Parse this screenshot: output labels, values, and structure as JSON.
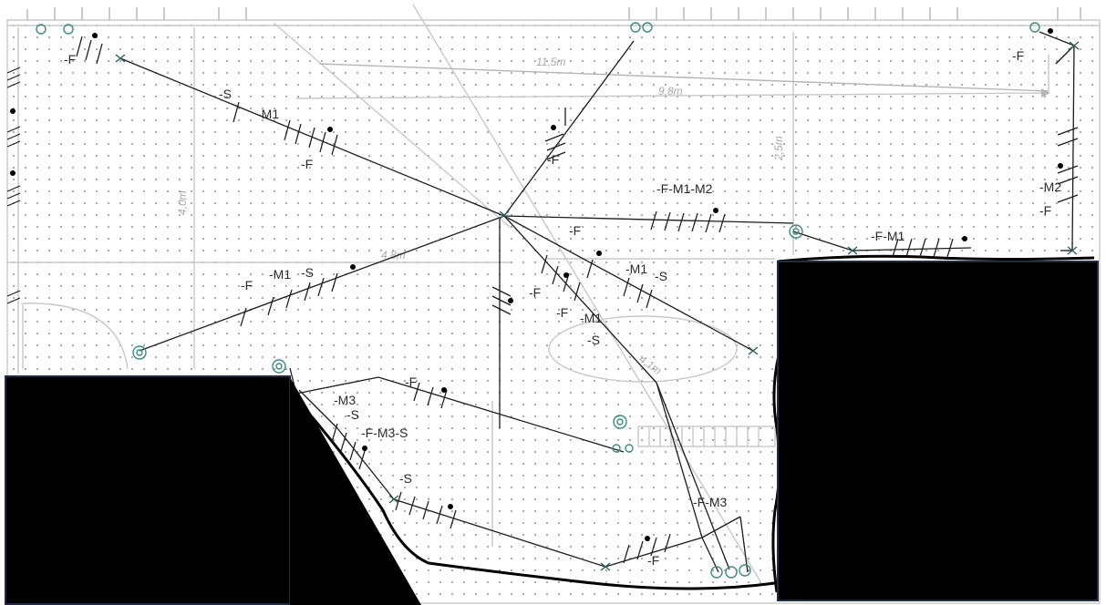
{
  "dimensions": [
    {
      "id": "d1",
      "text": "11,5m"
    },
    {
      "id": "d2",
      "text": "9,8m"
    },
    {
      "id": "d3",
      "text": "2,5m"
    },
    {
      "id": "d4",
      "text": "4,0m"
    },
    {
      "id": "d5",
      "text": "4,8m"
    },
    {
      "id": "d6",
      "text": "4,1m"
    }
  ],
  "labels": [
    {
      "id": "l1",
      "text": "-F"
    },
    {
      "id": "l2",
      "text": "-S"
    },
    {
      "id": "l3",
      "text": "-M1"
    },
    {
      "id": "l4",
      "text": "-F"
    },
    {
      "id": "l5",
      "text": "-F"
    },
    {
      "id": "l6",
      "text": "-F"
    },
    {
      "id": "l7",
      "text": "-F-M1-M2"
    },
    {
      "id": "l8",
      "text": "-F-M1"
    },
    {
      "id": "l9",
      "text": "-M2"
    },
    {
      "id": "l10",
      "text": "-F"
    },
    {
      "id": "l11",
      "text": "-F"
    },
    {
      "id": "l12",
      "text": "-M1"
    },
    {
      "id": "l13",
      "text": "-S"
    },
    {
      "id": "l14",
      "text": "-F"
    },
    {
      "id": "l15",
      "text": "-M1"
    },
    {
      "id": "l16",
      "text": "-S"
    },
    {
      "id": "l17",
      "text": "-F"
    },
    {
      "id": "l18",
      "text": "-M1"
    },
    {
      "id": "l19",
      "text": "-S"
    },
    {
      "id": "l20",
      "text": "-F"
    },
    {
      "id": "l21",
      "text": "-F"
    },
    {
      "id": "l22",
      "text": "-M3"
    },
    {
      "id": "l23",
      "text": "-S"
    },
    {
      "id": "l24",
      "text": "-F-M3-S"
    },
    {
      "id": "l25",
      "text": "-S"
    },
    {
      "id": "l26",
      "text": "-F-M3"
    },
    {
      "id": "l27",
      "text": "-F"
    }
  ],
  "colors": {
    "wire": "#1c1c1c",
    "symbol_teal": "#3d8a80",
    "grid_dot": "#8f8f8f",
    "architecture": "#c8c8c8",
    "redaction": "#000000",
    "redaction_border": "#1f2c44"
  }
}
